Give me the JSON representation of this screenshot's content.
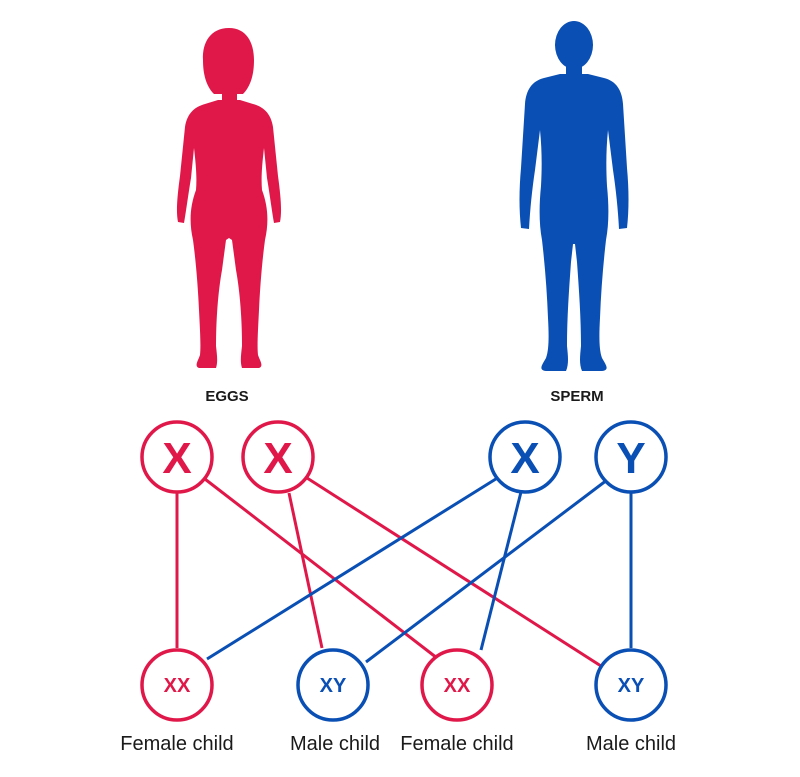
{
  "colors": {
    "female": "#e0184a",
    "male": "#0a4fb4",
    "text": "#1a1a1a"
  },
  "parents": {
    "female_label": "EGGS",
    "male_label": "SPERM"
  },
  "gametes": {
    "egg_1": "X",
    "egg_2": "X",
    "sperm_1": "X",
    "sperm_2": "Y"
  },
  "children": [
    {
      "genotype": "XX",
      "caption": "Female child",
      "color": "female"
    },
    {
      "genotype": "XY",
      "caption": "Male child",
      "color": "male"
    },
    {
      "genotype": "XX",
      "caption": "Female child",
      "color": "female"
    },
    {
      "genotype": "XY",
      "caption": "Male child",
      "color": "male"
    }
  ]
}
